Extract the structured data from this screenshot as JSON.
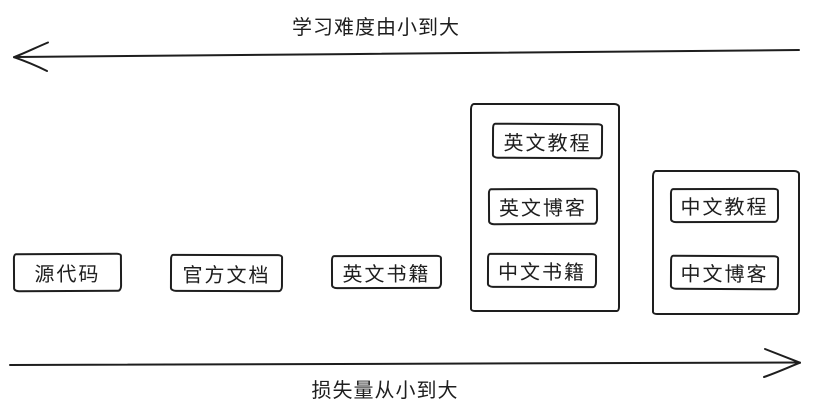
{
  "diagram": {
    "top_axis": {
      "label": "学习难度由小到大",
      "direction": "left"
    },
    "bottom_axis": {
      "label": "损失量从小到大",
      "direction": "right"
    },
    "boxes": [
      {
        "label": "源代码"
      },
      {
        "label": "官方文档"
      },
      {
        "label": "英文书籍"
      }
    ],
    "groups": [
      {
        "items": [
          {
            "label": "英文教程"
          },
          {
            "label": "英文博客"
          },
          {
            "label": "中文书籍"
          }
        ]
      },
      {
        "items": [
          {
            "label": "中文教程"
          },
          {
            "label": "中文博客"
          }
        ]
      }
    ],
    "colors": {
      "stroke": "#1e1e1e",
      "background": "#ffffff"
    }
  }
}
